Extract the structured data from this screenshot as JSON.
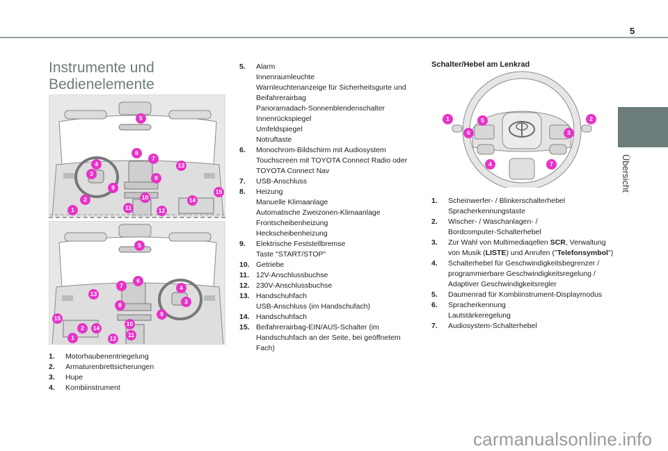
{
  "header": {
    "page_number": "5"
  },
  "side_tab": {
    "label": "Übersicht",
    "color": "#6b7c7a"
  },
  "section": {
    "title_line1": "Instrumente und",
    "title_line2": "Bedienelemente"
  },
  "callout_color": "#e633c8",
  "figures": {
    "lhd_dashboard": {
      "callouts": [
        "1",
        "2",
        "3",
        "4",
        "5",
        "6",
        "7",
        "8",
        "9",
        "10",
        "11",
        "12",
        "13",
        "14",
        "15"
      ]
    },
    "rhd_dashboard": {
      "callouts": [
        "1",
        "2",
        "3",
        "4",
        "5",
        "6",
        "7",
        "8",
        "9",
        "10",
        "11",
        "12",
        "13",
        "14",
        "15"
      ]
    },
    "steering_wheel": {
      "callouts": [
        "1",
        "2",
        "3",
        "4",
        "5",
        "6",
        "7"
      ]
    }
  },
  "list_left": [
    {
      "num": "1.",
      "lines": [
        "Motorhaubenentriegelung"
      ]
    },
    {
      "num": "2.",
      "lines": [
        "Armaturenbrettsicherungen"
      ]
    },
    {
      "num": "3.",
      "lines": [
        "Hupe"
      ]
    },
    {
      "num": "4.",
      "lines": [
        "Kombiinstrument"
      ]
    }
  ],
  "list_mid": [
    {
      "num": "5.",
      "lines": [
        "Alarm",
        "Innenraumleuchte",
        "Warnleuchtenanzeige für Sicherheitsgurte und",
        "Beifahrerairbag",
        "Panoramadach-Sonnenblendenschalter",
        "Innenrückspiegel",
        "Umfeldspiegel",
        "Notruftaste"
      ]
    },
    {
      "num": "6.",
      "lines": [
        "Monochrom-Bildschirm mit Audiosystem",
        "Touchscreen mit TOYOTA Connect Radio oder",
        "TOYOTA Connect Nav"
      ]
    },
    {
      "num": "7.",
      "lines": [
        "USB-Anschluss"
      ]
    },
    {
      "num": "8.",
      "lines": [
        "Heizung",
        "Manuelle Klimaanlage",
        "Automatische Zweizonen-Klimaanlage",
        "Frontscheibenheizung",
        "Heckscheibenheizung"
      ]
    },
    {
      "num": "9.",
      "lines": [
        "Elektrische Feststellbremse",
        "Taste \"START/STOP\""
      ]
    },
    {
      "num": "10.",
      "lines": [
        "Getriebe"
      ]
    },
    {
      "num": "11.",
      "lines": [
        "12V-Anschlussbuchse"
      ]
    },
    {
      "num": "12.",
      "lines": [
        "230V-Anschlussbuchse"
      ]
    },
    {
      "num": "13.",
      "lines": [
        "Handschuhfach",
        "USB-Anschluss (im Handschufach)"
      ]
    },
    {
      "num": "14.",
      "lines": [
        "Handschuhfach"
      ]
    },
    {
      "num": "15.",
      "lines": [
        "Beifahrerairbag-EIN/AUS-Schalter (im",
        "Handschuhfach an der Seite, bei geöffnetem",
        "Fach)"
      ]
    }
  ],
  "steering": {
    "title": "Schalter/Hebel am Lenkrad",
    "items": [
      {
        "num": "1.",
        "lines": [
          "Scheinwerfer- / Blinkerschalterhebel",
          "Spracherkennungstaste"
        ]
      },
      {
        "num": "2.",
        "lines": [
          "Wischer- / Waschanlagen- /",
          "Bordcomputer-Schalterhebel"
        ]
      },
      {
        "num": "3.",
        "rich": true,
        "line1": [
          "Zur Wahl von Multimediaqellen ",
          "SCR",
          ", Verwaltung"
        ],
        "line2": [
          "von Musik (",
          "LISTE",
          ") und Anrufen (\"",
          "Telefonsymbol",
          "\")"
        ]
      },
      {
        "num": "4.",
        "lines": [
          "Schalterhebel für Geschwindigkeitsbegrenzer /",
          "programmierbare Geschwindigkeitsregelung /",
          "Adaptiver Geschwindigkeitsregler"
        ]
      },
      {
        "num": "5.",
        "lines": [
          "Daumenrad für Kombiinstrument-Displaymodus"
        ]
      },
      {
        "num": "6.",
        "lines": [
          "Spracherkennung",
          "Lautstärkeregelung"
        ]
      },
      {
        "num": "7.",
        "lines": [
          "Audiosystem-Schalterhebel"
        ]
      }
    ]
  },
  "watermark": "carmanualsonline.info"
}
